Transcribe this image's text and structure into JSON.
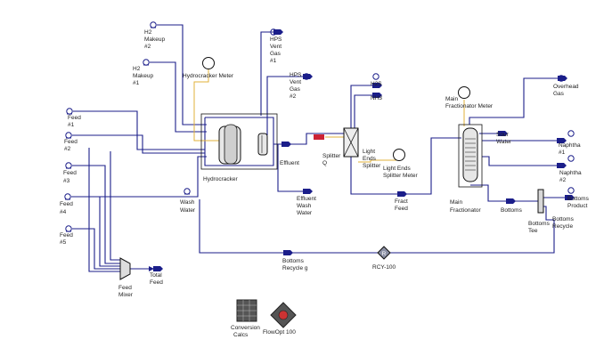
{
  "colors": {
    "material_stream": "#1b1e8a",
    "energy_stream": "#e2b23a",
    "unit_outline": "#111111",
    "recycle_fill": "#8a8fa3",
    "optimizer_fill": "#cc3333"
  },
  "streams": {
    "h2_makeup_2": [
      "H2",
      "Makeup",
      "#2"
    ],
    "h2_makeup_1": [
      "H2",
      "Makeup",
      "#1"
    ],
    "hps_vent_gas_1": [
      "HPS",
      "Vent",
      "Gas",
      "#1"
    ],
    "hps_vent_gas_2": [
      "HPS",
      "Vent",
      "Gas",
      "#2"
    ],
    "h2s": [
      "H2S"
    ],
    "nh3": [
      "NH3"
    ],
    "overhead_gas": [
      "Overhead",
      "Gas"
    ],
    "feed_1": [
      "Feed",
      "#1"
    ],
    "feed_2": [
      "Feed",
      "#2"
    ],
    "feed_3": [
      "Feed",
      "#3"
    ],
    "feed_4": [
      "Feed",
      "#4"
    ],
    "feed_5": [
      "Feed",
      "#5"
    ],
    "wash_water": [
      "Wash",
      "Water"
    ],
    "effluent": [
      "Effluent"
    ],
    "effluent_wash_water": [
      "Effluent",
      "Wash",
      "Water"
    ],
    "splitter_q": [
      "Splitter",
      "Q"
    ],
    "fract_feed": [
      "Fract",
      "Feed"
    ],
    "sour_water": [
      "Sour",
      "Water"
    ],
    "naphtha_1": [
      "Naphtha",
      "#1"
    ],
    "naphtha_2": [
      "Naphtha",
      "#2"
    ],
    "bottoms": [
      "Bottoms"
    ],
    "bottoms_product": [
      "Bottoms",
      "Product"
    ],
    "bottoms_recycle": [
      "Bottoms",
      "Recycle"
    ],
    "bottoms_recycle_g": [
      "Bottoms",
      "Recycle g"
    ],
    "total_feed": [
      "Total",
      "Feed"
    ]
  },
  "units": {
    "hydrocracker_meter": [
      "Hydrocracker Meter"
    ],
    "hydrocracker": [
      "Hydrocracker"
    ],
    "light_ends_splitter": [
      "Light",
      "Ends",
      "Splitter"
    ],
    "light_ends_splitter_meter": [
      "Light Ends",
      "Splitter Meter"
    ],
    "main_fractionator_meter": [
      "Main",
      "Fractionator Meter"
    ],
    "main_fractionator": [
      "Main",
      "Fractionator"
    ],
    "bottoms_tee": [
      "Bottoms",
      "Tee"
    ],
    "feed_mixer": [
      "Feed",
      "Mixer"
    ],
    "rcy_100": [
      "RCY-100"
    ],
    "conversion_calcs": [
      "Conversion",
      "Calcs"
    ],
    "flowopt_100": [
      "FlowOpt 100"
    ]
  }
}
